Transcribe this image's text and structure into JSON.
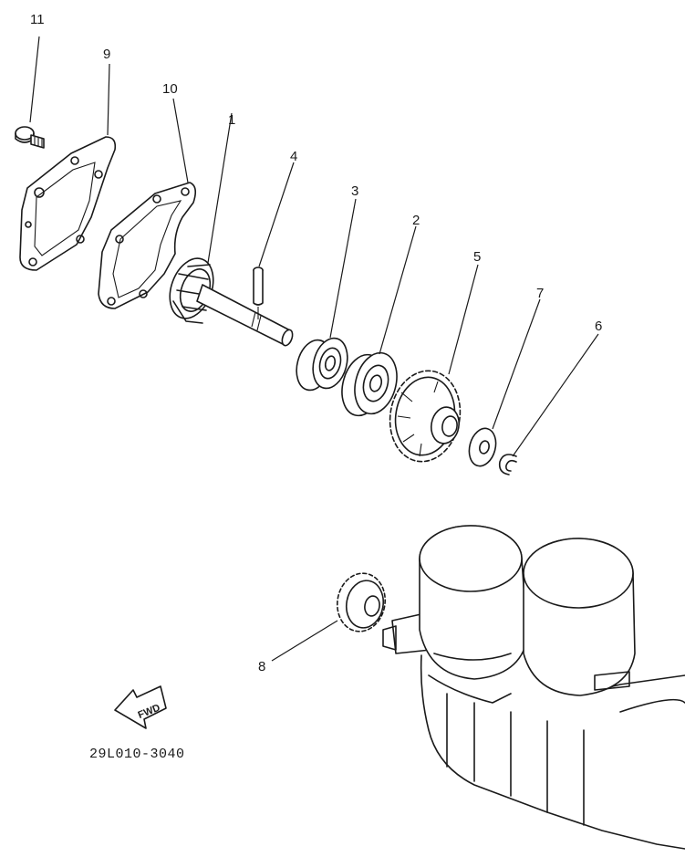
{
  "diagram": {
    "callouts": [
      {
        "id": "bolt",
        "number": "11"
      },
      {
        "id": "cover",
        "number": "9"
      },
      {
        "id": "gasket",
        "number": "10"
      },
      {
        "id": "impeller-shaft",
        "number": "1"
      },
      {
        "id": "pin",
        "number": "4"
      },
      {
        "id": "bearing-small",
        "number": "3"
      },
      {
        "id": "bearing-large",
        "number": "2"
      },
      {
        "id": "driven-gear",
        "number": "5"
      },
      {
        "id": "washer",
        "number": "7"
      },
      {
        "id": "circlip",
        "number": "6"
      },
      {
        "id": "drive-gear",
        "number": "8"
      }
    ],
    "fwd_label": "FWD",
    "drawing_code": "29L010-3040"
  }
}
